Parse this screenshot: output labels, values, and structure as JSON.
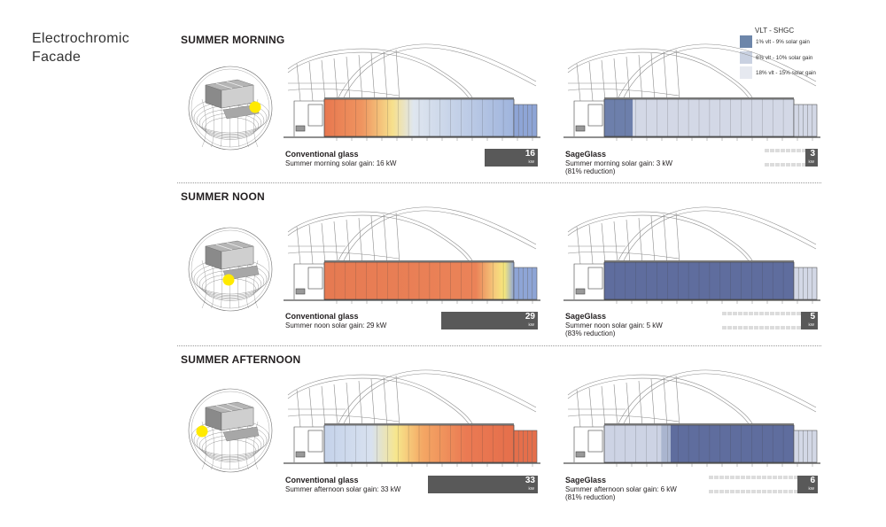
{
  "page_title_line1": "Electrochromic",
  "page_title_line2": "Facade",
  "legend": {
    "title": "VLT - SHGC",
    "items": [
      {
        "label": "1% vlt  -  9% solar gain",
        "color": "#6d86aa"
      },
      {
        "label": "6% vlt  -  10% solar gain",
        "color": "#c9d1e1"
      },
      {
        "label": "18% vlt  - 15% solar gain",
        "color": "#e6e9f0"
      }
    ]
  },
  "sections": [
    {
      "title": "SUMMER MORNING",
      "conventional": {
        "name": "Conventional glass",
        "desc": "Summer morning solar gain: 16 kW",
        "value": "16",
        "unit": "kW",
        "value_num": 16
      },
      "sage": {
        "name": "SageGlass",
        "desc": "Summer morning solar gain: 3 kW",
        "reduction": "(81% reduction)",
        "value": "3",
        "unit": "kW",
        "value_num": 3
      }
    },
    {
      "title": "SUMMER NOON",
      "conventional": {
        "name": "Conventional glass",
        "desc": "Summer noon solar gain: 29 kW",
        "value": "29",
        "unit": "kW",
        "value_num": 29
      },
      "sage": {
        "name": "SageGlass",
        "desc": "Summer noon solar gain: 5 kW",
        "reduction": "(83% reduction)",
        "value": "5",
        "unit": "kW",
        "value_num": 5
      }
    },
    {
      "title": "SUMMER AFTERNOON",
      "conventional": {
        "name": "Conventional glass",
        "desc": "Summer afternoon solar gain: 33 kW",
        "value": "33",
        "unit": "kW",
        "value_num": 33
      },
      "sage": {
        "name": "SageGlass",
        "desc": "Summer afternoon solar gain: 6 kW",
        "reduction": "(81% reduction)",
        "value": "6",
        "unit": "kW",
        "value_num": 6
      }
    }
  ],
  "max_gain_kw": 33
}
